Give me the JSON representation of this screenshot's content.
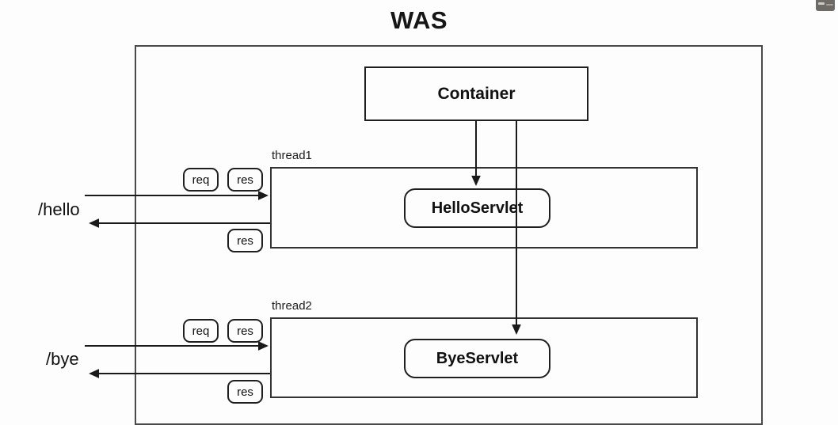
{
  "was": {
    "title": "WAS",
    "container": {
      "label": "Container"
    }
  },
  "threads": [
    {
      "label": "thread1",
      "servlet": "HelloServlet",
      "path": "/hello",
      "req": "req",
      "res_in": "res",
      "res_out": "res"
    },
    {
      "label": "thread2",
      "servlet": "ByeServlet",
      "path": "/bye",
      "req": "req",
      "res_in": "res",
      "res_out": "res"
    }
  ],
  "icons": {
    "corner": "thumbnail-icon"
  },
  "colors": {
    "background": "#fdfdfd",
    "line": "#1a1a1a",
    "outer_border": "#4a4a4a",
    "thread_border": "#333333",
    "text": "#111111"
  }
}
